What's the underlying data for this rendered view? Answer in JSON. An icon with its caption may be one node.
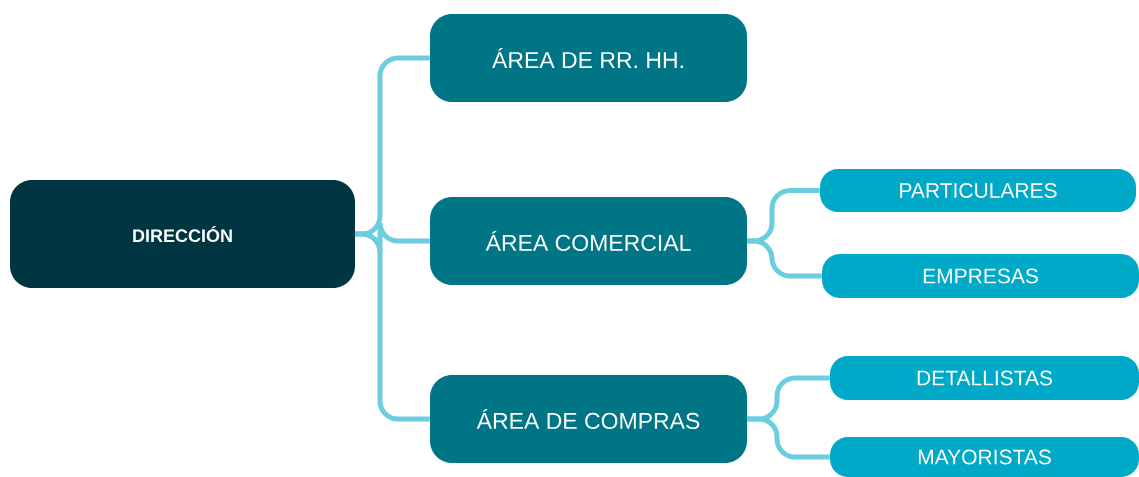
{
  "diagram": {
    "nodes": [
      {
        "text": [
          "DIRECCIÓN"
        ]
      },
      {
        "text": [
          "ÁREA DE RR. HH."
        ]
      },
      {
        "text": [
          "ÁREA COMERCIAL"
        ]
      },
      {
        "text": [
          "ÁREA DE COMPRAS"
        ]
      },
      {
        "text": [
          "PARTICULARES"
        ]
      },
      {
        "text": [
          "EMPRESAS"
        ]
      },
      {
        "text": [
          "DETALLISTAS"
        ]
      },
      {
        "text": [
          "MAYORISTAS"
        ]
      }
    ],
    "edges": [
      {
        "from": 0,
        "to": 1,
        "arrow": "none"
      },
      {
        "from": 0,
        "to": 2,
        "arrow": "none"
      },
      {
        "from": 0,
        "to": 3,
        "arrow": "none"
      },
      {
        "from": 2,
        "to": 4,
        "arrow": "none"
      },
      {
        "from": 2,
        "to": 5,
        "arrow": "none"
      },
      {
        "from": 3,
        "to": 6,
        "arrow": "none"
      },
      {
        "from": 3,
        "to": 7,
        "arrow": "none"
      }
    ]
  }
}
